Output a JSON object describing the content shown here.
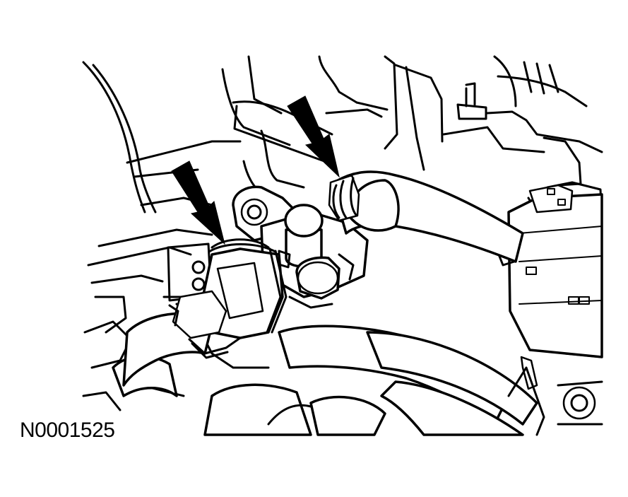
{
  "figure": {
    "id_label": "N0001525"
  },
  "callouts": [
    {
      "name": "arrow-left",
      "icon": "arrow-down-icon"
    },
    {
      "name": "arrow-right",
      "icon": "arrow-down-icon"
    }
  ]
}
